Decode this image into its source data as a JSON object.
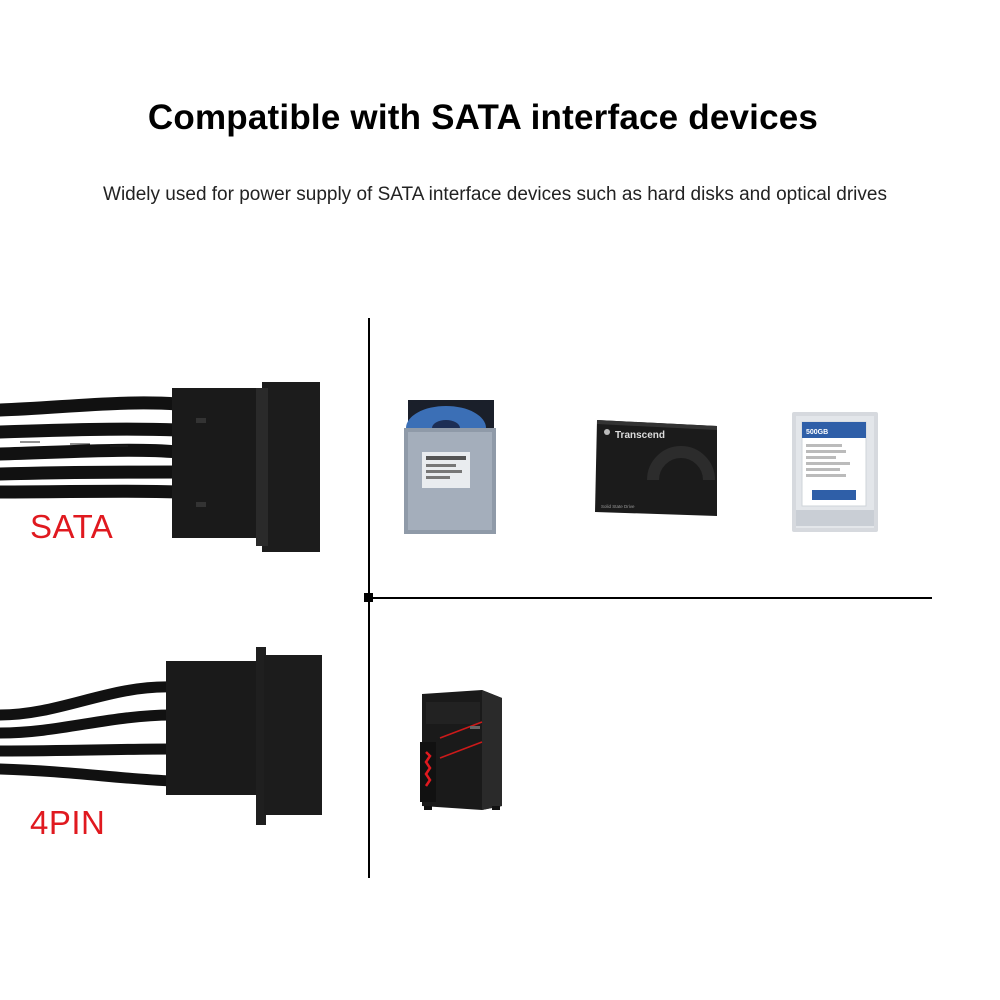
{
  "header": {
    "title": "Compatible with SATA interface devices",
    "subtitle": "Widely used for power supply of SATA interface devices such as hard disks and optical drives"
  },
  "connectors": {
    "sata_label": "SATA",
    "pin4_label": "4PIN",
    "label_color": "#e0191f"
  },
  "devices": {
    "ssd_brand": "Transcend",
    "ssd_caption": "Solid State Drive",
    "hdd_capacity": "500GB"
  }
}
